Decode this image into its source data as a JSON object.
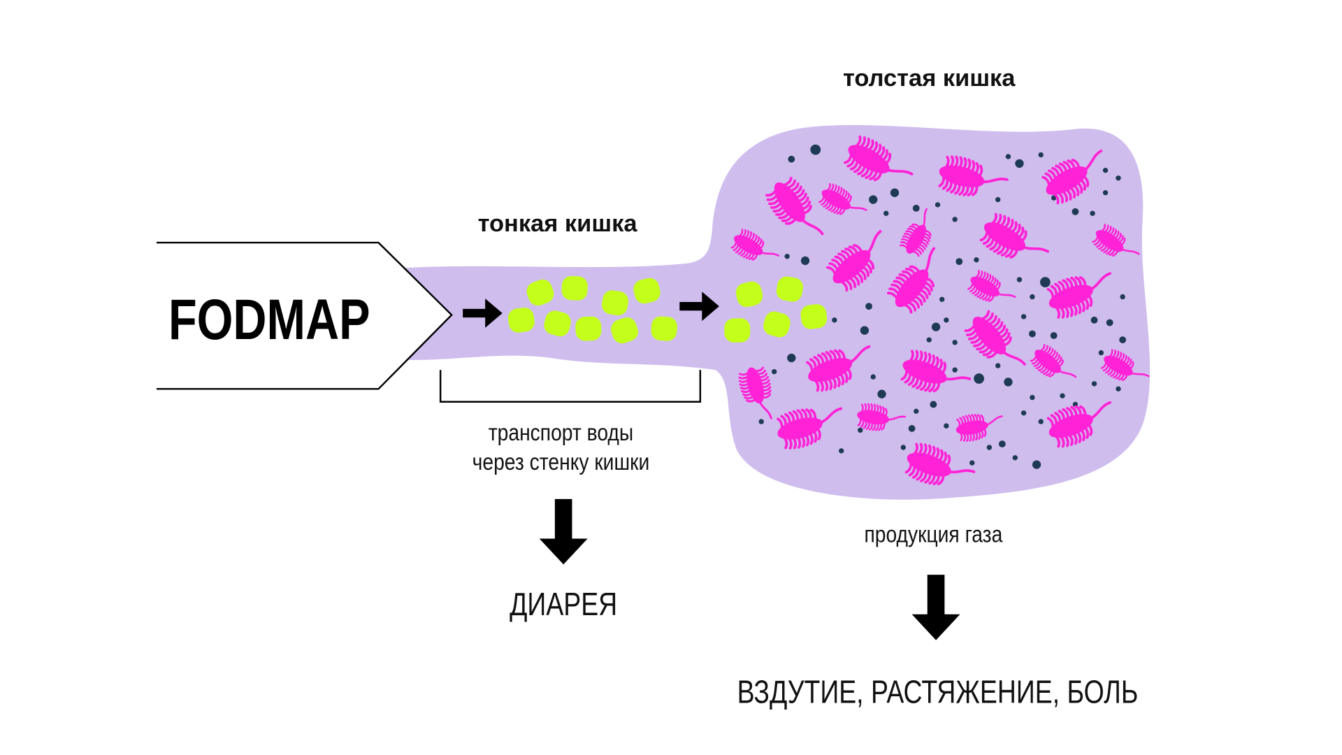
{
  "labels": {
    "large_intestine": "толстая кишка",
    "small_intestine": "тонкая кишка",
    "fodmap": "FODMAP",
    "water_transport_line1": "транспорт воды",
    "water_transport_line2": "через стенку кишки",
    "diarrhea": "ДИАРЕЯ",
    "gas_production": "продукция газа",
    "symptoms": "ВЗДУТИЕ, РАСТЯЖЕНИЕ, БОЛЬ"
  },
  "colors": {
    "intestine": "#cfbdee",
    "bacteria": "#ff22d6",
    "fodmap_particles": "#c3ff1a",
    "gas_dots": "#1f3a55",
    "arrows": "#000000"
  }
}
